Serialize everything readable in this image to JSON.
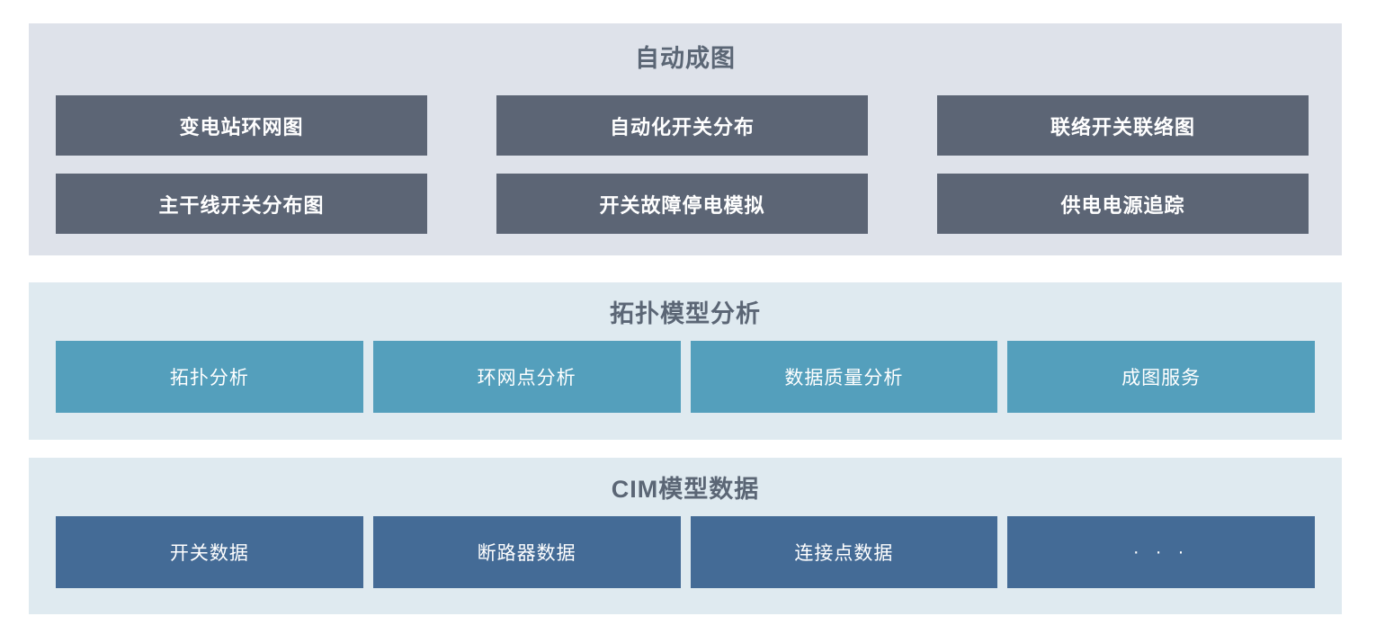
{
  "sections": [
    {
      "id": "auto-mapping",
      "title": "自动成图",
      "style": "slate",
      "rows": [
        [
          {
            "label": "变电站环网图"
          },
          {
            "label": "自动化开关分布"
          },
          {
            "label": "联络开关联络图"
          }
        ],
        [
          {
            "label": "主干线开关分布图"
          },
          {
            "label": "开关故障停电模拟"
          },
          {
            "label": "供电电源追踪"
          }
        ]
      ]
    },
    {
      "id": "topology-model-analysis",
      "title": "拓扑模型分析",
      "style": "teal",
      "rows": [
        [
          {
            "label": "拓扑分析"
          },
          {
            "label": "环网点分析"
          },
          {
            "label": "数据质量分析"
          },
          {
            "label": "成图服务"
          }
        ]
      ]
    },
    {
      "id": "cim-model-data",
      "title": "CIM模型数据",
      "style": "blue",
      "rows": [
        [
          {
            "label": "开关数据"
          },
          {
            "label": "断路器数据"
          },
          {
            "label": "连接点数据"
          },
          {
            "label": "· · ·"
          }
        ]
      ]
    }
  ],
  "colors": {
    "panel_auto_bg": "#dee2ea",
    "panel_light_bg": "#dfeaf0",
    "button_slate": "#5c6575",
    "button_teal": "#549fbc",
    "button_blue": "#446b96",
    "title_text": "#5b6675",
    "button_text": "#ffffff",
    "page_bg": "#ffffff"
  }
}
